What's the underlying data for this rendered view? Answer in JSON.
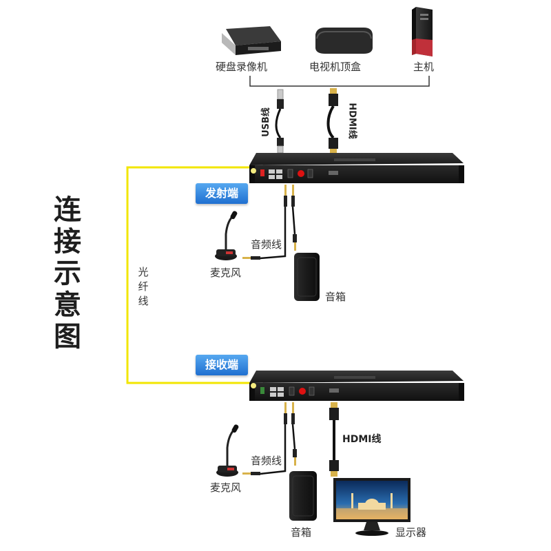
{
  "title_chars": [
    "连",
    "接",
    "示",
    "意",
    "图"
  ],
  "sources": {
    "dvr": "硬盘录像机",
    "stb": "电视机顶盒",
    "pc": "主机"
  },
  "cables": {
    "usb": "USB线",
    "hdmi_top": "HDMI线",
    "hdmi_bottom": "HDMI线",
    "audio_top": "音频线",
    "audio_bottom": "音频线",
    "fiber_chars": [
      "光",
      "纤",
      "线"
    ]
  },
  "transmitter": {
    "badge": "发射端"
  },
  "receiver": {
    "badge": "接收端"
  },
  "devices": {
    "mic_top": "麦克风",
    "speaker_top": "音箱",
    "mic_bottom": "麦克风",
    "speaker_bottom": "音箱",
    "monitor": "显示器"
  },
  "colors": {
    "fiber": "#f2e600",
    "badge": "#2f80dc",
    "chassis": "#1e1e1e"
  }
}
